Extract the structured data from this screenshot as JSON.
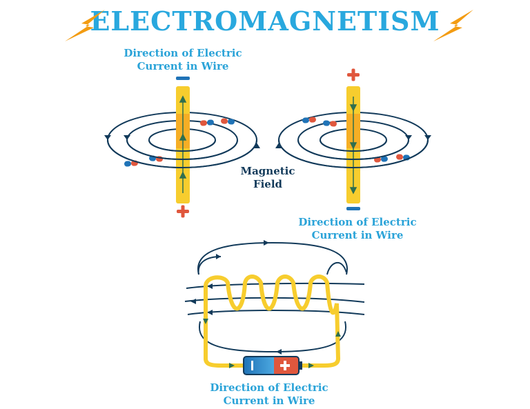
{
  "title": "ELECTROMAGNETISM",
  "labels": {
    "left_wire_current": [
      "Direction of Electric",
      "Current in Wire"
    ],
    "right_wire_current": [
      "Direction of Electric",
      "Current in Wire"
    ],
    "coil_current": [
      "Direction of Electric",
      "Current in Wire"
    ],
    "magnetic_field": [
      "Magnetic",
      "Field"
    ]
  },
  "signs": {
    "left_top": "−",
    "left_bottom": "+",
    "right_top": "+",
    "right_bottom": "−",
    "battery_negative": "−",
    "battery_positive": "+"
  },
  "colors": {
    "title": "#29a8de",
    "label_blue": "#2aa3d8",
    "dark_navy": "#123a5a",
    "wire_yellow": "#f7cd2e",
    "wire_orange": "#f5a623",
    "plus_red": "#e0573d",
    "minus_blue": "#1f73b7",
    "lightning": "#f39c12"
  }
}
